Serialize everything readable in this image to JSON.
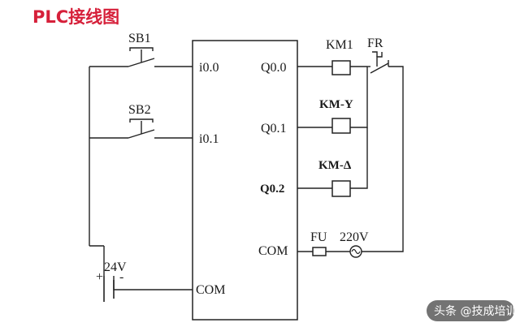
{
  "title": "PLC接线图",
  "switches": {
    "sb1": "SB1",
    "sb2": "SB2"
  },
  "inputs": {
    "i00": "i0.0",
    "i01": "i0.1",
    "com": "COM"
  },
  "outputs": {
    "q00": "Q0.0",
    "q01": "Q0.1",
    "q02": "Q0.2",
    "com": "COM"
  },
  "coils": {
    "km1": "KM1",
    "kmy": "KM-Y",
    "kmd": "KM-Δ"
  },
  "fr": "FR",
  "fuse": "FU",
  "ac_voltage": "220V",
  "dc_voltage": "24V",
  "battery_plus": "+",
  "battery_minus": "-",
  "watermark": "头条 @技成培训",
  "colors": {
    "title": "#d6203a",
    "line": "#222222",
    "watermark_bg": "#000000"
  }
}
